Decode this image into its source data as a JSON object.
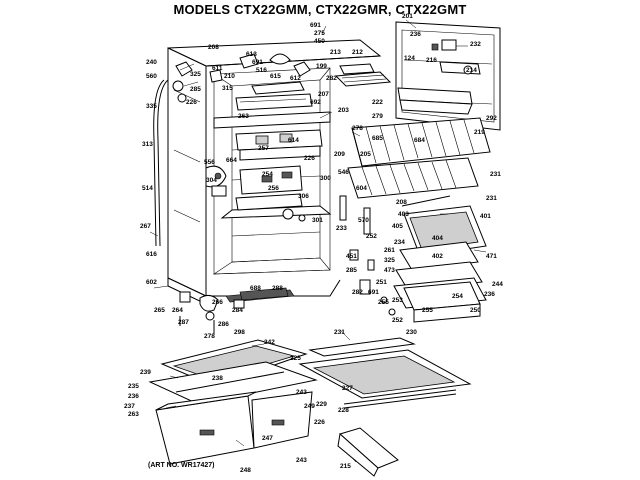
{
  "header": {
    "title": "MODELS CTX22GMM, CTX22GMR, CTX22GMT"
  },
  "footer": {
    "art_no": "(ART NO. WR17427)"
  },
  "callouts": [
    {
      "id": "c691a",
      "label": "691"
    },
    {
      "id": "c275",
      "label": "275"
    },
    {
      "id": "c450",
      "label": "450"
    },
    {
      "id": "c201",
      "label": "201"
    },
    {
      "id": "c232",
      "label": "232"
    },
    {
      "id": "c236",
      "label": "236"
    },
    {
      "id": "c208",
      "label": "208"
    },
    {
      "id": "c613",
      "label": "613"
    },
    {
      "id": "c691b",
      "label": "691"
    },
    {
      "id": "c213",
      "label": "213"
    },
    {
      "id": "c212",
      "label": "212"
    },
    {
      "id": "c124",
      "label": "124"
    },
    {
      "id": "c216",
      "label": "216"
    },
    {
      "id": "c214",
      "label": "214"
    },
    {
      "id": "c240",
      "label": "240"
    },
    {
      "id": "c560",
      "label": "560"
    },
    {
      "id": "c325",
      "label": "325"
    },
    {
      "id": "c335",
      "label": "335"
    },
    {
      "id": "c285",
      "label": "285"
    },
    {
      "id": "c226",
      "label": "226"
    },
    {
      "id": "c611",
      "label": "611"
    },
    {
      "id": "c210",
      "label": "210"
    },
    {
      "id": "c516",
      "label": "516"
    },
    {
      "id": "c615",
      "label": "615"
    },
    {
      "id": "c612",
      "label": "612"
    },
    {
      "id": "c199",
      "label": "199"
    },
    {
      "id": "c207",
      "label": "207"
    },
    {
      "id": "c282",
      "label": "282"
    },
    {
      "id": "c315",
      "label": "315"
    },
    {
      "id": "c263",
      "label": "263"
    },
    {
      "id": "c692",
      "label": "692"
    },
    {
      "id": "c203",
      "label": "203"
    },
    {
      "id": "c279",
      "label": "279"
    },
    {
      "id": "c278",
      "label": "278"
    },
    {
      "id": "c222",
      "label": "222"
    },
    {
      "id": "c292",
      "label": "292"
    },
    {
      "id": "c219",
      "label": "219"
    },
    {
      "id": "c685",
      "label": "685"
    },
    {
      "id": "c684",
      "label": "684"
    },
    {
      "id": "c313",
      "label": "313"
    },
    {
      "id": "c614",
      "label": "614"
    },
    {
      "id": "c257",
      "label": "257"
    },
    {
      "id": "c209",
      "label": "209"
    },
    {
      "id": "c205",
      "label": "205"
    },
    {
      "id": "c231a",
      "label": "231"
    },
    {
      "id": "c556",
      "label": "556"
    },
    {
      "id": "c664",
      "label": "664"
    },
    {
      "id": "c304",
      "label": "304"
    },
    {
      "id": "c254",
      "label": "254"
    },
    {
      "id": "c300",
      "label": "300"
    },
    {
      "id": "c546",
      "label": "546"
    },
    {
      "id": "c226b",
      "label": "226"
    },
    {
      "id": "c256",
      "label": "256"
    },
    {
      "id": "c306",
      "label": "306"
    },
    {
      "id": "c514",
      "label": "514"
    },
    {
      "id": "c604",
      "label": "604"
    },
    {
      "id": "c231b",
      "label": "231"
    },
    {
      "id": "c208b",
      "label": "208"
    },
    {
      "id": "c403",
      "label": "403"
    },
    {
      "id": "c401",
      "label": "401"
    },
    {
      "id": "c301",
      "label": "301"
    },
    {
      "id": "c233",
      "label": "233"
    },
    {
      "id": "c570",
      "label": "570"
    },
    {
      "id": "c252",
      "label": "252"
    },
    {
      "id": "c267",
      "label": "267"
    },
    {
      "id": "c405",
      "label": "405"
    },
    {
      "id": "c404",
      "label": "404"
    },
    {
      "id": "c234",
      "label": "234"
    },
    {
      "id": "c616",
      "label": "616"
    },
    {
      "id": "c261",
      "label": "261"
    },
    {
      "id": "c402",
      "label": "402"
    },
    {
      "id": "c471",
      "label": "471"
    },
    {
      "id": "c325b",
      "label": "325"
    },
    {
      "id": "c473",
      "label": "473"
    },
    {
      "id": "c451",
      "label": "451"
    },
    {
      "id": "c285b",
      "label": "285"
    },
    {
      "id": "c602",
      "label": "602"
    },
    {
      "id": "c688",
      "label": "688"
    },
    {
      "id": "c288",
      "label": "288"
    },
    {
      "id": "c282b",
      "label": "282"
    },
    {
      "id": "c691c",
      "label": "691"
    },
    {
      "id": "c251",
      "label": "251"
    },
    {
      "id": "c244",
      "label": "244"
    },
    {
      "id": "c254b",
      "label": "254"
    },
    {
      "id": "c236b",
      "label": "236"
    },
    {
      "id": "c265",
      "label": "265"
    },
    {
      "id": "c264",
      "label": "264"
    },
    {
      "id": "c266",
      "label": "266"
    },
    {
      "id": "c284",
      "label": "284"
    },
    {
      "id": "c253",
      "label": "253"
    },
    {
      "id": "c250",
      "label": "250"
    },
    {
      "id": "c255a",
      "label": "255"
    },
    {
      "id": "c255b",
      "label": "255"
    },
    {
      "id": "c287",
      "label": "287"
    },
    {
      "id": "c286",
      "label": "286"
    },
    {
      "id": "c298",
      "label": "298"
    },
    {
      "id": "c252b",
      "label": "252"
    },
    {
      "id": "c278b",
      "label": "278"
    },
    {
      "id": "c242",
      "label": "242"
    },
    {
      "id": "c231c",
      "label": "231"
    },
    {
      "id": "c230",
      "label": "230"
    },
    {
      "id": "c225",
      "label": "225"
    },
    {
      "id": "c239",
      "label": "239"
    },
    {
      "id": "c238",
      "label": "238"
    },
    {
      "id": "c235",
      "label": "235"
    },
    {
      "id": "c227",
      "label": "227"
    },
    {
      "id": "c236c",
      "label": "236"
    },
    {
      "id": "c237",
      "label": "237"
    },
    {
      "id": "c263b",
      "label": "263"
    },
    {
      "id": "c228",
      "label": "228"
    },
    {
      "id": "c243a",
      "label": "243"
    },
    {
      "id": "c249",
      "label": "249"
    },
    {
      "id": "c229",
      "label": "229"
    },
    {
      "id": "c226c",
      "label": "226"
    },
    {
      "id": "c247",
      "label": "247"
    },
    {
      "id": "c248",
      "label": "248"
    },
    {
      "id": "c243b",
      "label": "243"
    },
    {
      "id": "c215",
      "label": "215"
    }
  ]
}
